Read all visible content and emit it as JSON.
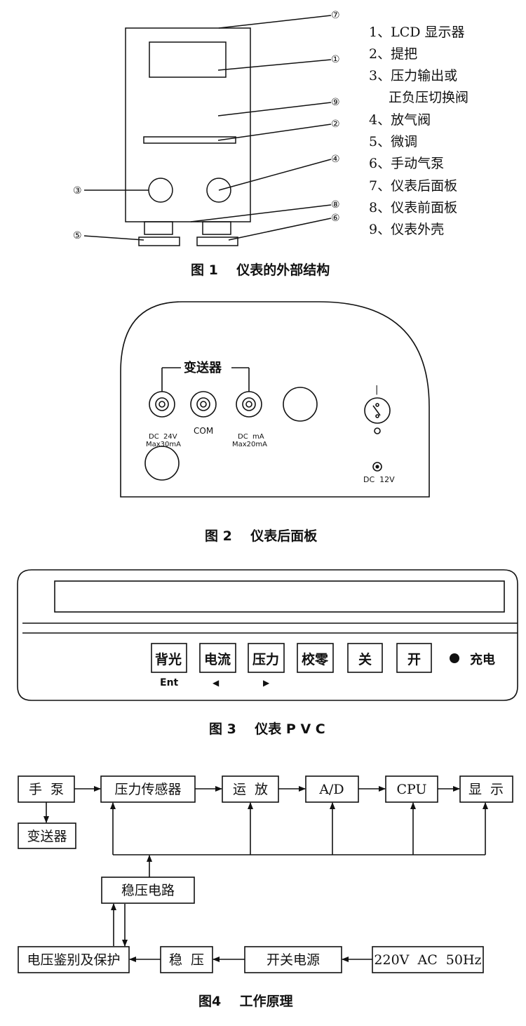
{
  "fig1": {
    "caption": "图 1    仪表的外部结构",
    "markers": {
      "m1": "①",
      "m2": "②",
      "m3": "③",
      "m4": "④",
      "m5": "⑤",
      "m6": "⑥",
      "m7": "⑦",
      "m8": "⑧",
      "m9": "⑨"
    },
    "legend": [
      "1、LCD 显示器",
      "2、提把",
      "3、压力输出或",
      "正负压切换阀",
      "4、放气阀",
      "5、微调",
      "6、手动气泵",
      "7、仪表后面板",
      "8、仪表前面板",
      "9、仪表外壳"
    ]
  },
  "fig2": {
    "caption": "图 2    仪表后面板",
    "transmitter_label": "变送器",
    "port1_line1": "DC  24V",
    "port1_line2": "Max30mA",
    "com_label": "COM",
    "port3_line1": "DC  mA",
    "port3_line2": "Max20mA",
    "switch_on": "|",
    "dc_label": "DC  12V"
  },
  "fig3": {
    "caption": "图 3    仪表 P V C",
    "buttons": [
      "背光",
      "电流",
      "压力",
      "校零",
      "关",
      "开"
    ],
    "sub_ent": "Ent",
    "sub_left": "◀",
    "sub_right": "▶",
    "charge": "充电"
  },
  "fig4": {
    "caption": "图4    工作原理",
    "blocks": {
      "pump": "手  泵",
      "sensor": "压力传感器",
      "amp": "运  放",
      "ad": "A/D",
      "cpu": "CPU",
      "display": "显  示",
      "transmitter": "变送器",
      "regulator_circuit": "稳压电路",
      "protect": "电压鉴别及保护",
      "regulate": "稳  压",
      "switch_power": "开关电源",
      "mains": "220V  AC  50Hz"
    }
  }
}
